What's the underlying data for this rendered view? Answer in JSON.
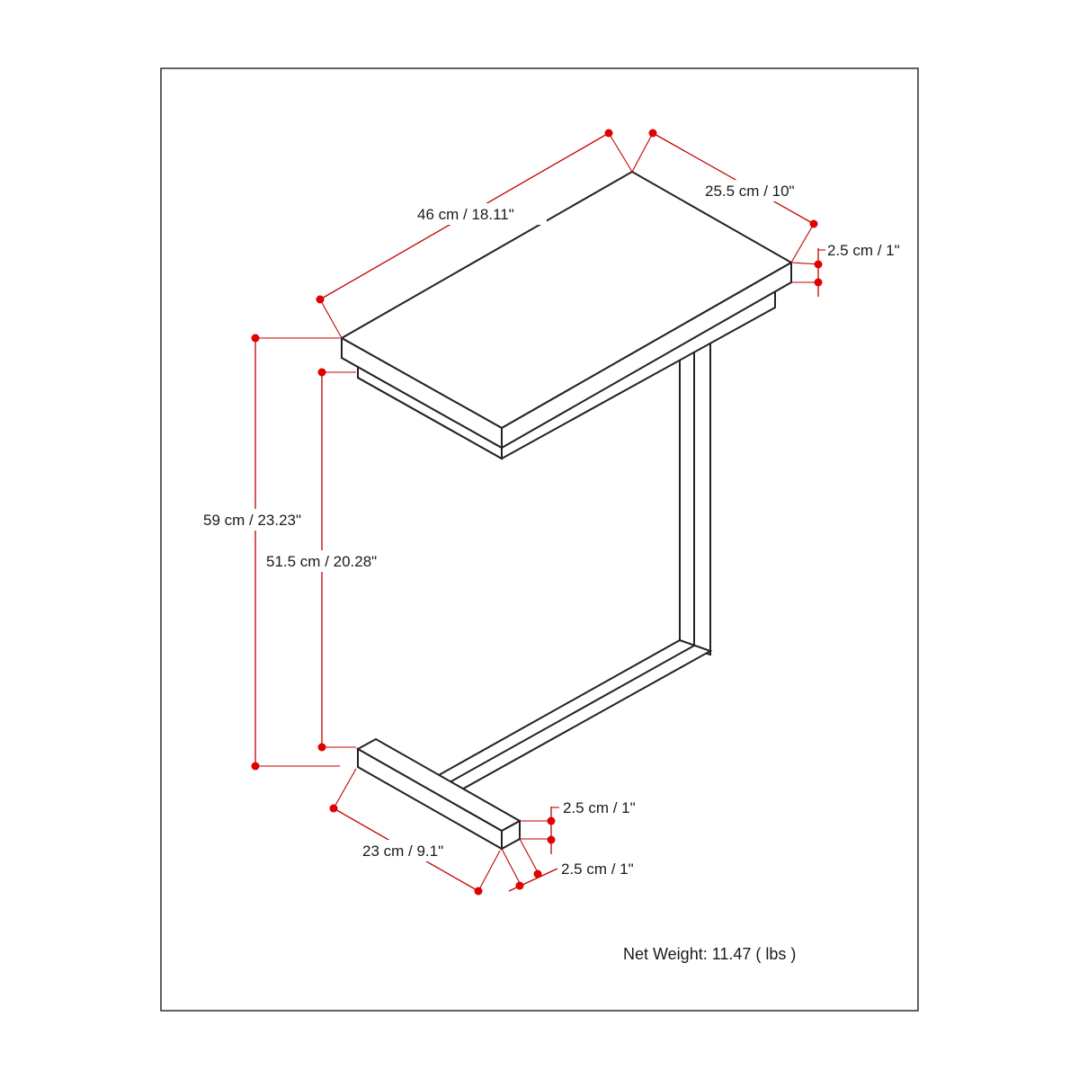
{
  "dimensions": {
    "top_length": "46 cm / 18.11\"",
    "top_depth": "25.5 cm / 10\"",
    "top_thickness": "2.5 cm / 1\"",
    "overall_height": "59 cm / 23.23\"",
    "clearance_height": "51.5 cm / 20.28\"",
    "base_length": "23 cm / 9.1\"",
    "base_height": "2.5 cm / 1\"",
    "base_width": "2.5 cm / 1\""
  },
  "net_weight": "Net Weight: 11.47 ( lbs )",
  "colors": {
    "dimension_line": "#c20000",
    "dimension_dot": "#e00000",
    "outline": "#222222"
  }
}
